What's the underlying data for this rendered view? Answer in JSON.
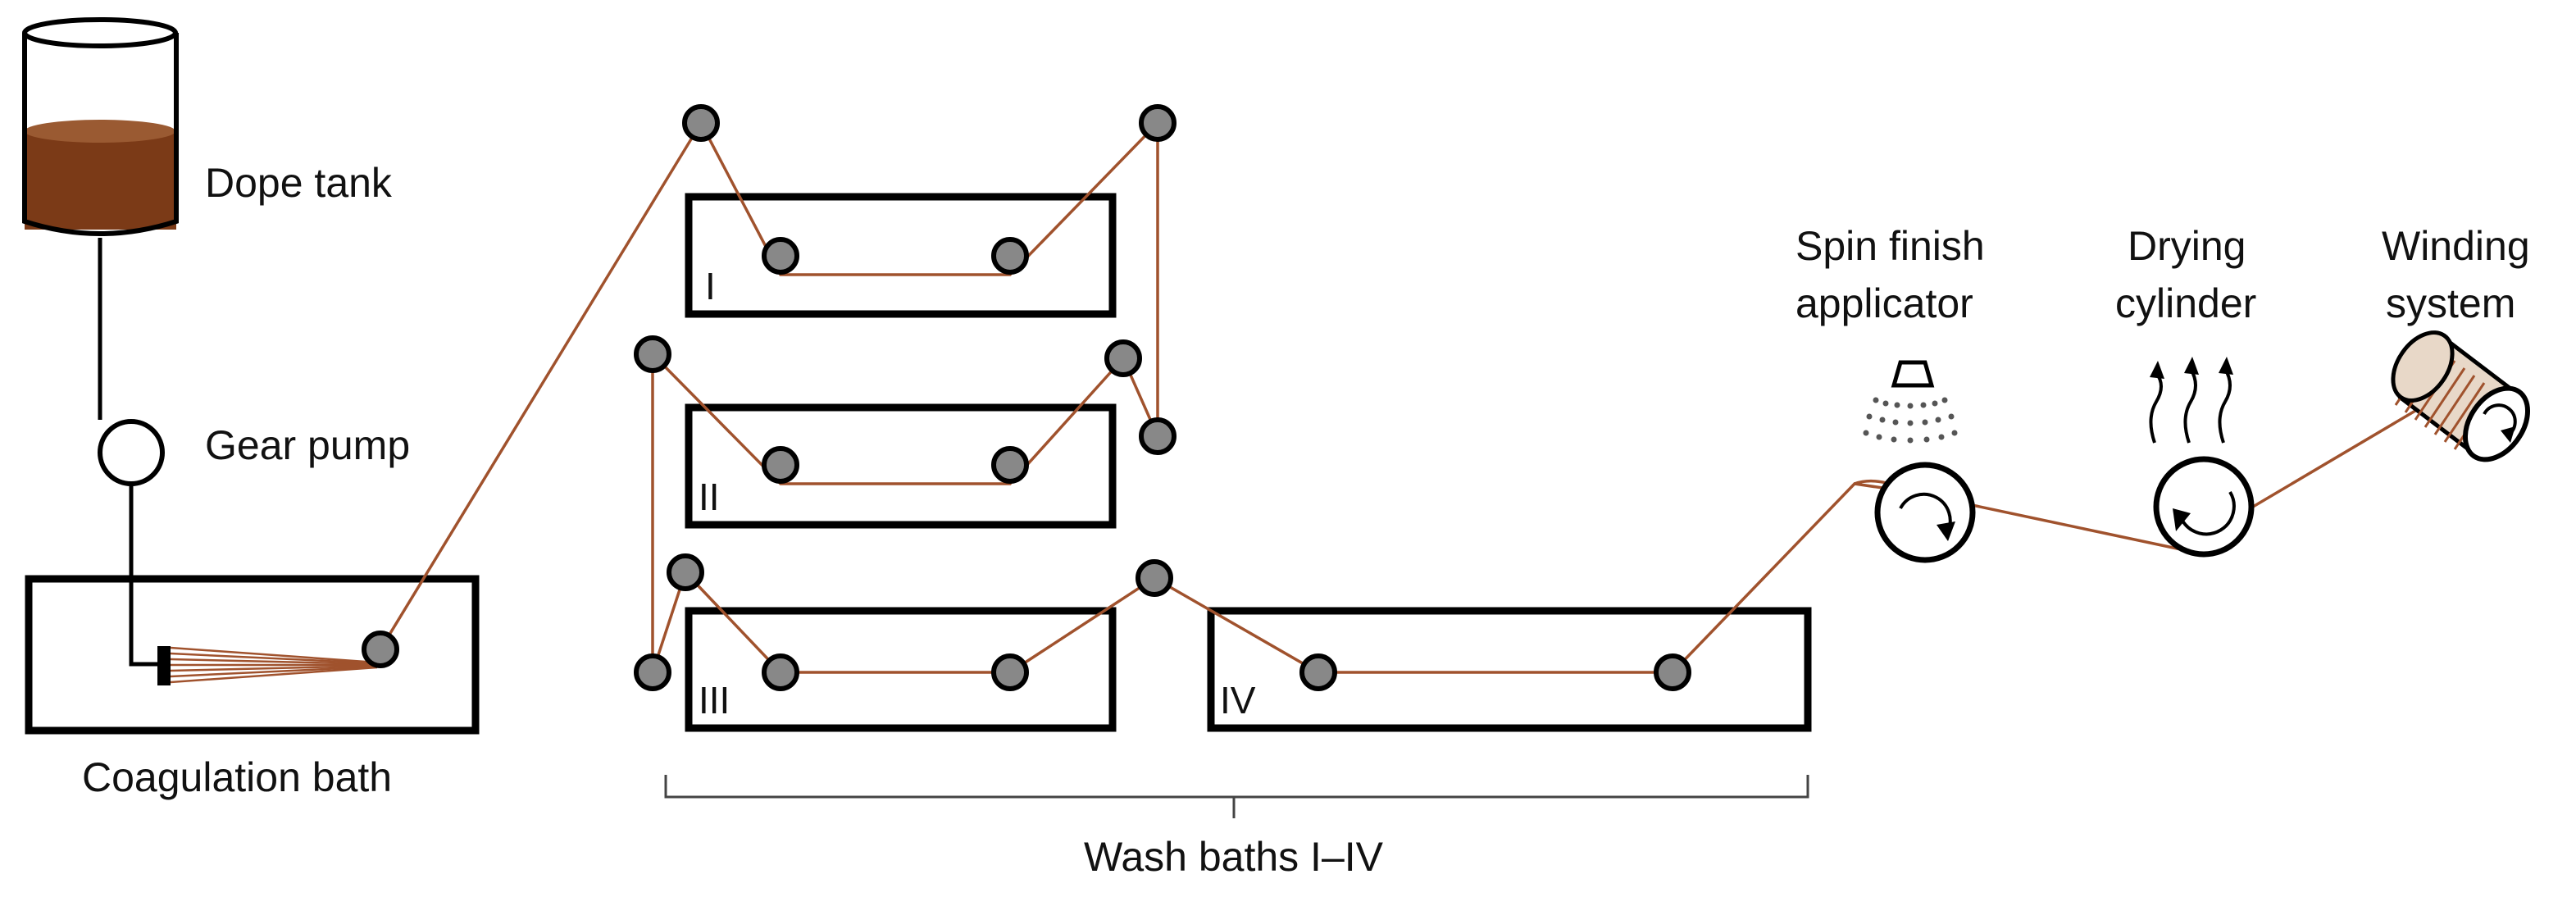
{
  "labels": {
    "dope_tank": "Dope tank",
    "gear_pump": "Gear pump",
    "coagulation_bath": "Coagulation bath",
    "spin_finish_line1": "Spin finish",
    "spin_finish_line2": "applicator",
    "drying_line1": "Drying",
    "drying_line2": "cylinder",
    "winding_line1": "Winding",
    "winding_line2": "system",
    "wash_baths": "Wash baths I–IV"
  },
  "baths": {
    "b1": "I",
    "b2": "II",
    "b3": "III",
    "b4": "IV"
  },
  "colors": {
    "fiber": "#a0522d",
    "dope": "#7b3a17",
    "roller": "#888888"
  }
}
